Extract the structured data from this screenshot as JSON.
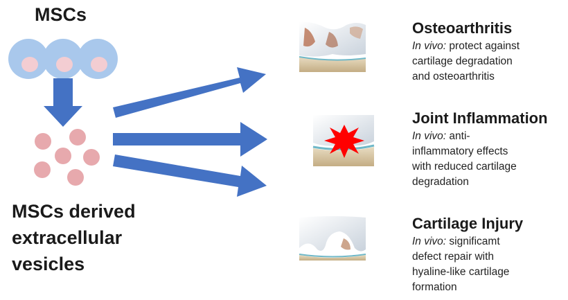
{
  "left": {
    "msc_label": "MSCs",
    "ev_label_lines": [
      "MSCs derived",
      "extracellular",
      "vesicles"
    ]
  },
  "conditions": [
    {
      "title": "Osteoarthritis",
      "invivo": "In vivo:",
      "text_first": "protect against",
      "text_rest": [
        "cartilage degradation",
        "and osteoarthritis"
      ]
    },
    {
      "title": "Joint Inflammation",
      "invivo": "In vivo:",
      "text_first": "anti-",
      "text_rest": [
        "inflammatory effects",
        "with reduced cartilage",
        "degradation"
      ]
    },
    {
      "title": "Cartilage Injury",
      "invivo": "In vivo:",
      "text_first": "significamt",
      "text_rest": [
        "defect repair with",
        "hyaline-like cartilage",
        "formation"
      ]
    }
  ],
  "colors": {
    "arrow": "#4472c4",
    "cell": "#a9c8ec",
    "nucleus": "#f3cdd2",
    "vesicle": "#e7a9ad",
    "bone": "#d9c9a6",
    "cartilage": "#eef1f4",
    "burst": "#ff0000"
  }
}
